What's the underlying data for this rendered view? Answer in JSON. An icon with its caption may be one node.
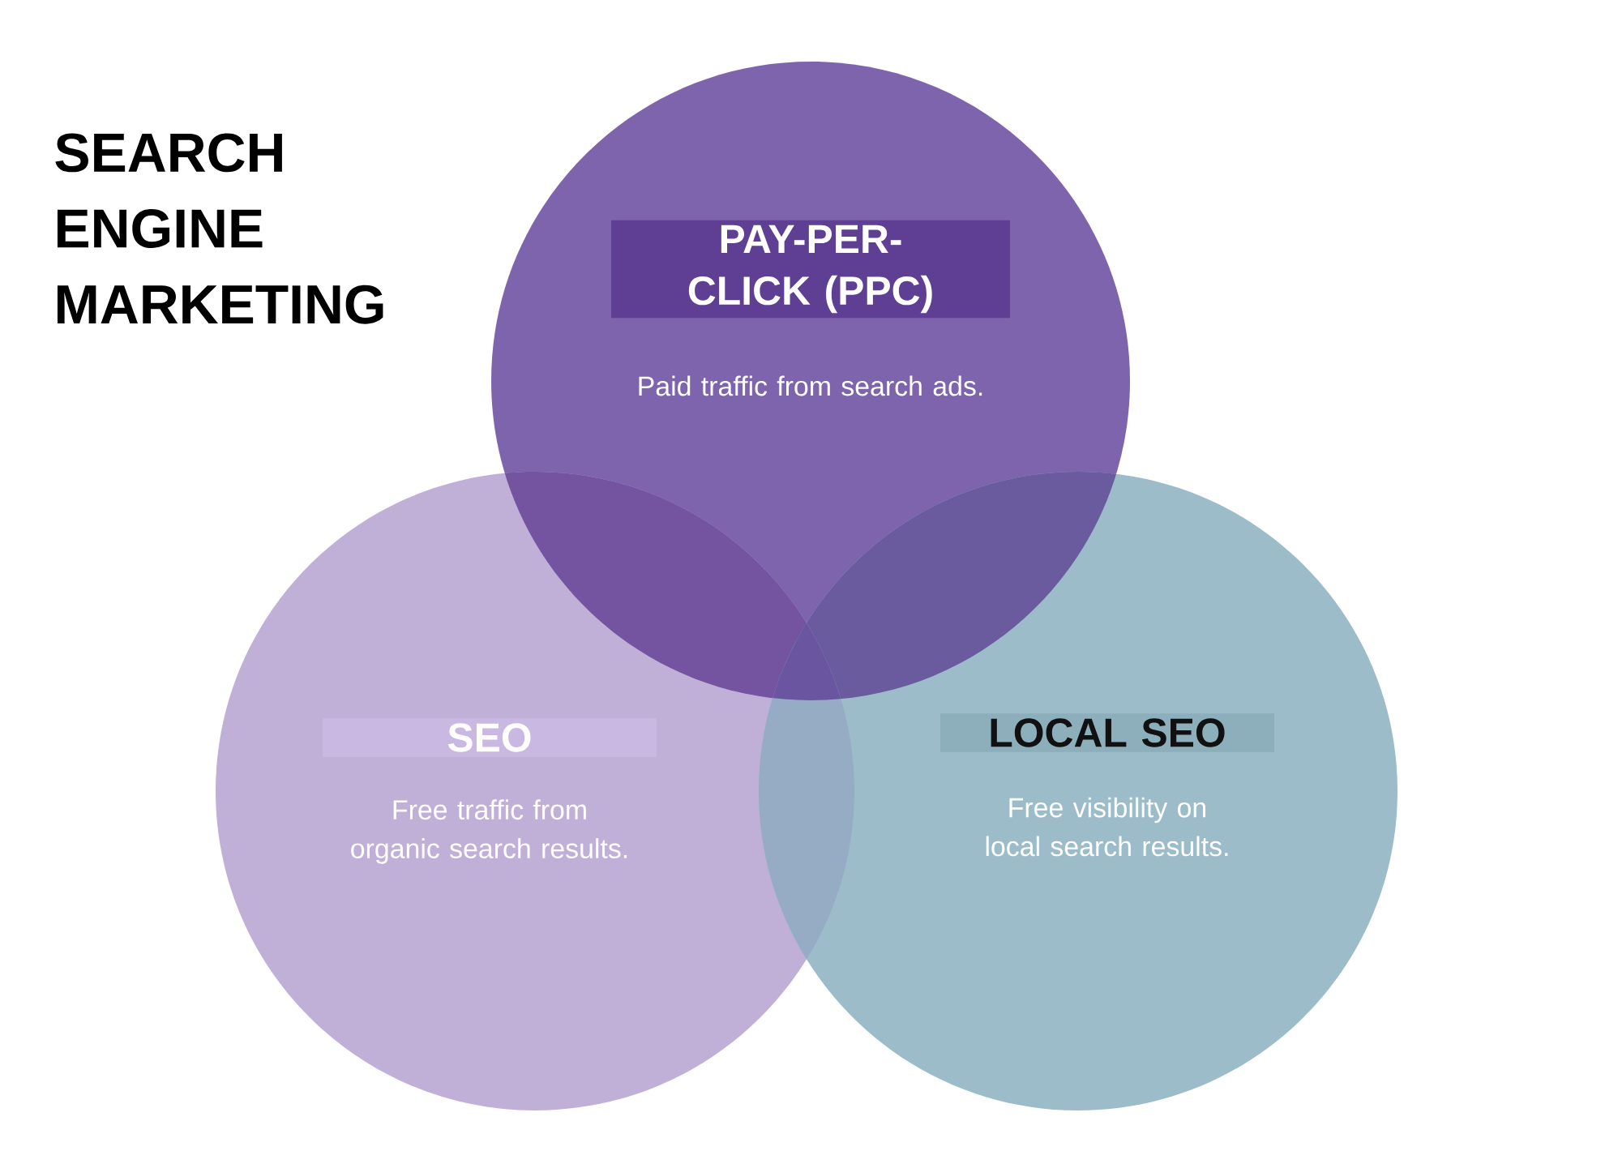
{
  "diagram": {
    "title": "SEARCH ENGINE MARKETING",
    "nodes": [
      {
        "text": [
          "PAY-PER-CLICK (PPC)",
          "Paid traffic from search ads."
        ]
      },
      {
        "text": [
          "SEO",
          "Free traffic from organic search results."
        ]
      },
      {
        "text": [
          "LOCAL SEO",
          "Free visibility on local search results."
        ]
      }
    ]
  }
}
